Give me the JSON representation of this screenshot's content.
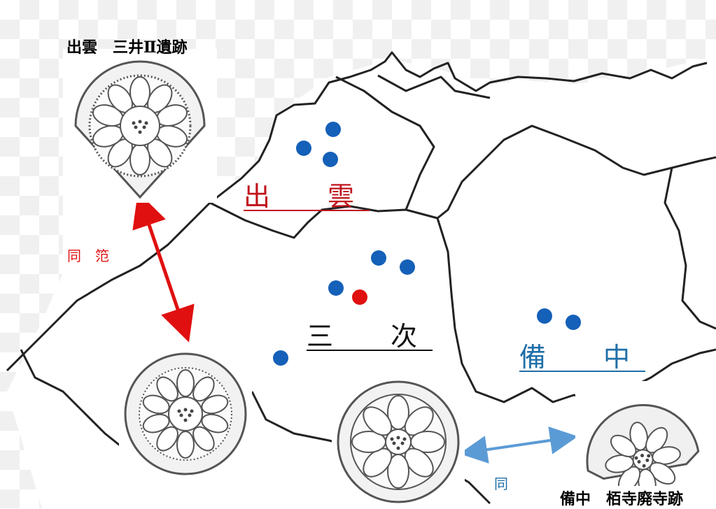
{
  "labels": {
    "top_site": "出雲　三井Ⅱ遺跡",
    "bottom_site": "備中　栢寺廃寺跡",
    "same_mold": "同　笵",
    "same": "同"
  },
  "regions": [
    {
      "name": "出　雲",
      "color": "#c0141c"
    },
    {
      "name": "三　次",
      "color": "#111111"
    },
    {
      "name": "備　中",
      "color": "#1f6fa8"
    }
  ],
  "markers": {
    "site_color": "#1560b8",
    "highlight_color": "#e01010",
    "counts": {
      "izumo": 3,
      "miyoshi": 5,
      "bitchu": 2
    },
    "highlighted_sites": 1
  },
  "colors": {
    "border": "#222222",
    "arrow_same_mold": "#e01010",
    "arrow_same": "#5b9bd5"
  },
  "icons": [
    "roof-tile-izumo",
    "roof-tile-miyoshi-left",
    "roof-tile-miyoshi-right",
    "roof-tile-bitchu"
  ]
}
